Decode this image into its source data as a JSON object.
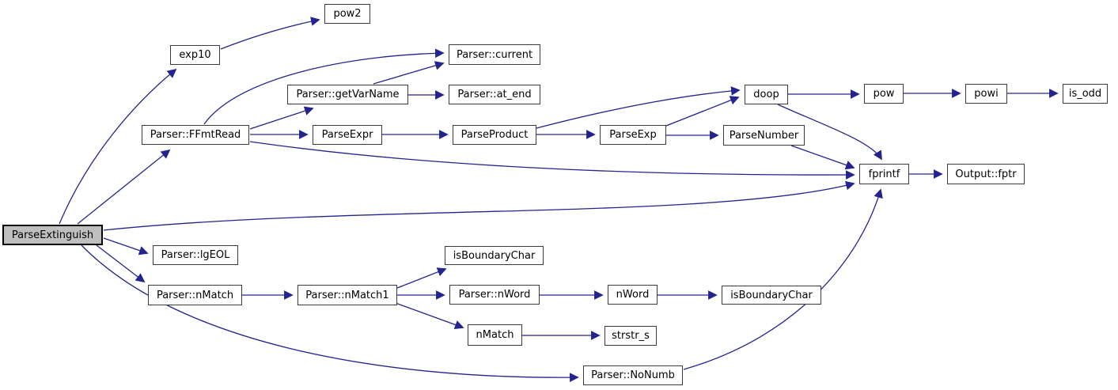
{
  "diagram": {
    "type": "call-graph",
    "root": "ParseExtinguish",
    "colors": {
      "background": "#ffffff",
      "edge": "#24248f",
      "node_fill": "#ffffff",
      "node_border": "#3a3a3a",
      "node_text": "#000000",
      "highlight_fill": "#bfbfbf",
      "highlight_border": "#000000"
    },
    "nodes": [
      {
        "id": "ParseExtinguish",
        "label": "ParseExtinguish",
        "highlighted": true
      },
      {
        "id": "exp10",
        "label": "exp10"
      },
      {
        "id": "pow2",
        "label": "pow2"
      },
      {
        "id": "Parser::FFmtRead",
        "label": "Parser::FFmtRead"
      },
      {
        "id": "Parser::current",
        "label": "Parser::current"
      },
      {
        "id": "Parser::getVarName",
        "label": "Parser::getVarName"
      },
      {
        "id": "Parser::at_end",
        "label": "Parser::at_end"
      },
      {
        "id": "ParseExpr",
        "label": "ParseExpr"
      },
      {
        "id": "ParseProduct",
        "label": "ParseProduct"
      },
      {
        "id": "ParseExp",
        "label": "ParseExp"
      },
      {
        "id": "ParseNumber",
        "label": "ParseNumber"
      },
      {
        "id": "doop",
        "label": "doop"
      },
      {
        "id": "pow",
        "label": "pow"
      },
      {
        "id": "powi",
        "label": "powi"
      },
      {
        "id": "is_odd",
        "label": "is_odd"
      },
      {
        "id": "fprintf",
        "label": "fprintf"
      },
      {
        "id": "Output::fptr",
        "label": "Output::fptr"
      },
      {
        "id": "Parser::lgEOL",
        "label": "Parser::lgEOL"
      },
      {
        "id": "Parser::nMatch",
        "label": "Parser::nMatch"
      },
      {
        "id": "Parser::nMatch1",
        "label": "Parser::nMatch1"
      },
      {
        "id": "isBoundaryChar_top",
        "label": "isBoundaryChar"
      },
      {
        "id": "Parser::nWord",
        "label": "Parser::nWord"
      },
      {
        "id": "nWord",
        "label": "nWord"
      },
      {
        "id": "isBoundaryChar_right",
        "label": "isBoundaryChar"
      },
      {
        "id": "nMatch",
        "label": "nMatch"
      },
      {
        "id": "strstr_s",
        "label": "strstr_s"
      },
      {
        "id": "Parser::NoNumb",
        "label": "Parser::NoNumb"
      }
    ],
    "edges": [
      {
        "from": "ParseExtinguish",
        "to": "exp10"
      },
      {
        "from": "ParseExtinguish",
        "to": "Parser::FFmtRead"
      },
      {
        "from": "ParseExtinguish",
        "to": "fprintf"
      },
      {
        "from": "ParseExtinguish",
        "to": "Parser::lgEOL"
      },
      {
        "from": "ParseExtinguish",
        "to": "Parser::nMatch"
      },
      {
        "from": "ParseExtinguish",
        "to": "Parser::NoNumb"
      },
      {
        "from": "exp10",
        "to": "pow2"
      },
      {
        "from": "Parser::FFmtRead",
        "to": "Parser::current"
      },
      {
        "from": "Parser::FFmtRead",
        "to": "Parser::getVarName"
      },
      {
        "from": "Parser::FFmtRead",
        "to": "ParseExpr"
      },
      {
        "from": "Parser::FFmtRead",
        "to": "fprintf"
      },
      {
        "from": "Parser::getVarName",
        "to": "Parser::current"
      },
      {
        "from": "Parser::getVarName",
        "to": "Parser::at_end"
      },
      {
        "from": "ParseExpr",
        "to": "ParseProduct"
      },
      {
        "from": "ParseProduct",
        "to": "ParseExp"
      },
      {
        "from": "ParseProduct",
        "to": "doop"
      },
      {
        "from": "ParseExp",
        "to": "doop"
      },
      {
        "from": "ParseExp",
        "to": "ParseNumber"
      },
      {
        "from": "ParseNumber",
        "to": "fprintf"
      },
      {
        "from": "doop",
        "to": "pow"
      },
      {
        "from": "doop",
        "to": "fprintf"
      },
      {
        "from": "pow",
        "to": "powi"
      },
      {
        "from": "powi",
        "to": "is_odd"
      },
      {
        "from": "fprintf",
        "to": "Output::fptr"
      },
      {
        "from": "Parser::nMatch",
        "to": "Parser::nMatch1"
      },
      {
        "from": "Parser::nMatch1",
        "to": "isBoundaryChar_top"
      },
      {
        "from": "Parser::nMatch1",
        "to": "Parser::nWord"
      },
      {
        "from": "Parser::nMatch1",
        "to": "nMatch"
      },
      {
        "from": "Parser::nWord",
        "to": "nWord"
      },
      {
        "from": "nWord",
        "to": "isBoundaryChar_right"
      },
      {
        "from": "nMatch",
        "to": "strstr_s"
      },
      {
        "from": "Parser::NoNumb",
        "to": "fprintf"
      }
    ]
  }
}
